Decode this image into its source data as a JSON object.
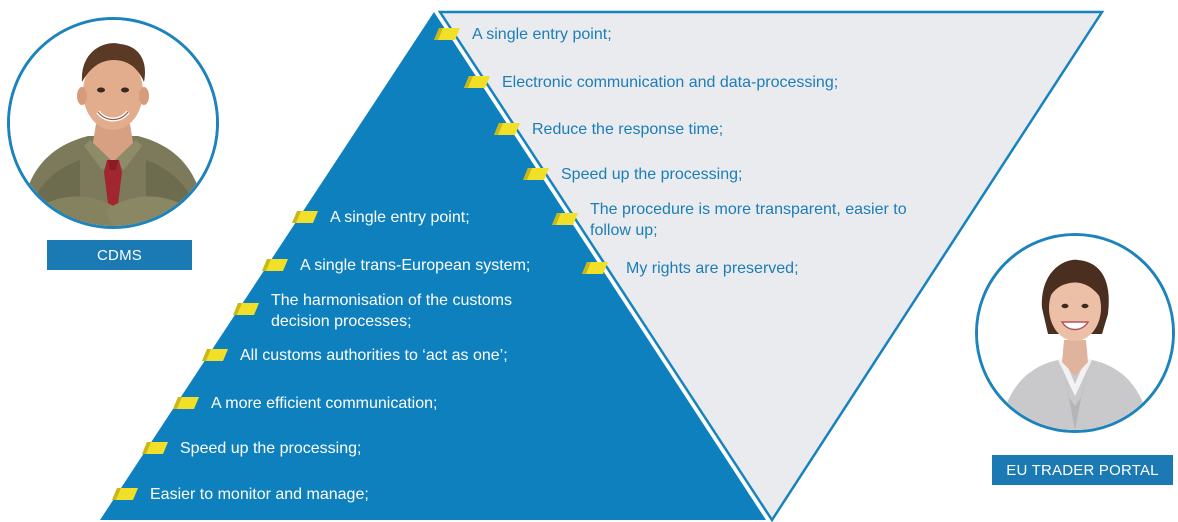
{
  "left_role": {
    "label": "CDMS"
  },
  "right_role": {
    "label": "EU TRADER PORTAL"
  },
  "cdms_benefits": [
    "A single entry point;",
    "A single trans-European system;",
    "The harmonisation of the customs decision processes;",
    "All customs authorities to ‘act as one’;",
    "A more efficient communication;",
    "Speed up the processing;",
    "Easier to monitor and manage;"
  ],
  "trader_benefits": [
    "A single entry point;",
    "Electronic communication and data-processing;",
    "Reduce the response time;",
    "Speed up the processing;",
    "The procedure is more transparent, easier to follow up;",
    "My rights are preserved;"
  ],
  "colors": {
    "blue_triangle": "#0d80bd",
    "grey_triangle": "#e9ebee",
    "accent_yellow": "#f1e027",
    "label_bg": "#1b79b3"
  }
}
